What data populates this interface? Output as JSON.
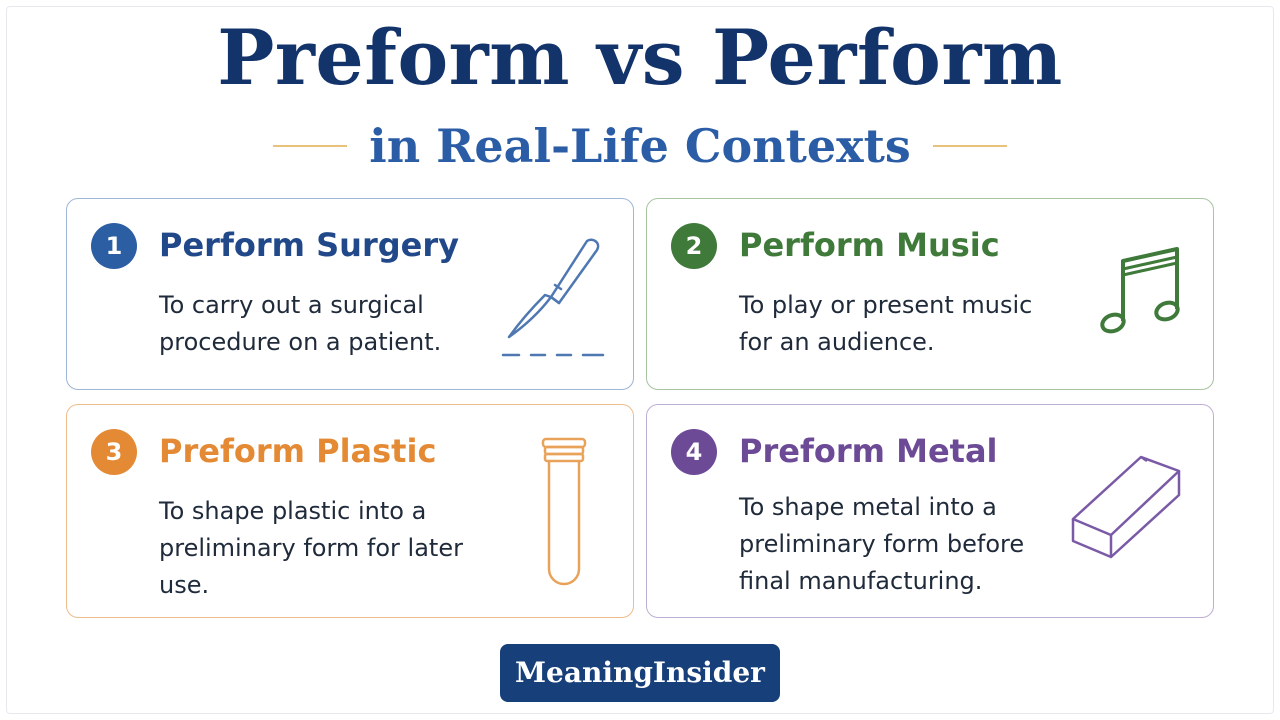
{
  "header": {
    "title": "Preform vs Perform",
    "subtitle": "in Real-Life Contexts"
  },
  "cards": [
    {
      "number": "1",
      "title": "Perform Surgery",
      "description": "To carry out a surgical procedure on a patient.",
      "icon": "scalpel-icon",
      "accent_color": "#2c5ea3",
      "border_color": "#9fb6d6"
    },
    {
      "number": "2",
      "title": "Perform Music",
      "description": "To play or present music for an audience.",
      "icon": "music-note-icon",
      "accent_color": "#3f7a3a",
      "border_color": "#a9c4a3"
    },
    {
      "number": "3",
      "title": "Preform Plastic",
      "description": "To shape plastic into a preliminary form for later use.",
      "icon": "test-tube-preform-icon",
      "accent_color": "#e48a35",
      "border_color": "#edbd8a"
    },
    {
      "number": "4",
      "title": "Preform Metal",
      "description": "To shape metal into a preliminary form before final manufacturing.",
      "icon": "metal-bar-icon",
      "accent_color": "#6c4a96",
      "border_color": "#bfaed3"
    }
  ],
  "footer": {
    "brand": "MeaningInsider",
    "brand_color": "#173f7a"
  }
}
